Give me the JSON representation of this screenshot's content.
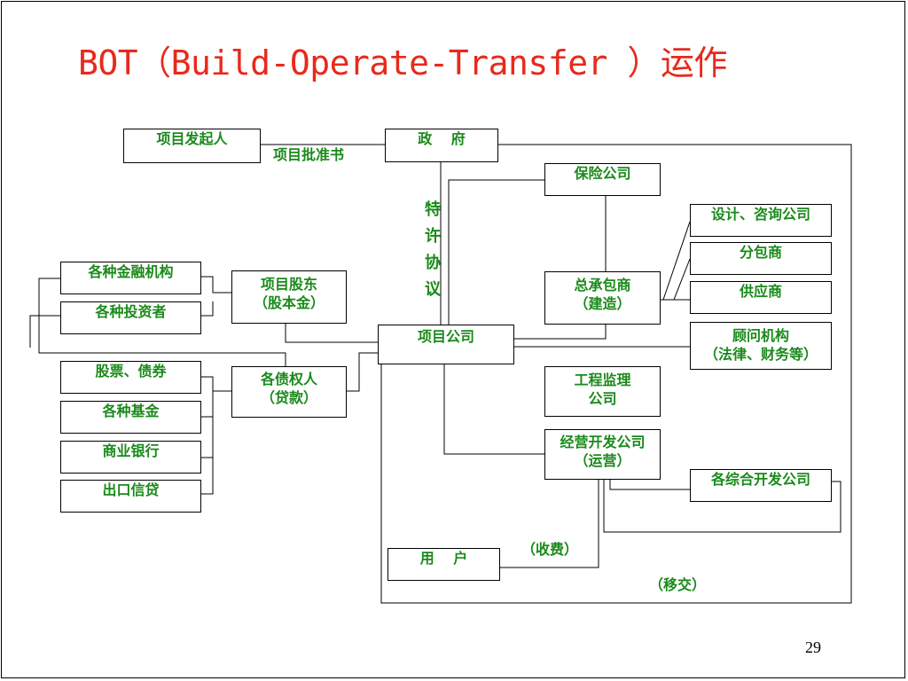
{
  "title": "BOT（Build-Operate-Transfer ）运作",
  "page_number": "29",
  "nodes": {
    "sponsor": "项目发起人",
    "government": "政　 府",
    "insurance": "保险公司",
    "design": "设计、咨询公司",
    "subcontractor": "分包商",
    "supplier": "供应商",
    "consultant": "顾问机构\n（法律、财务等）",
    "financial_institutions": "各种金融机构",
    "investors": "各种投资者",
    "shareholders": "项目股东\n（股本金）",
    "general_contractor": "总承包商\n（建造）",
    "project_company": "项目公司",
    "stocks_bonds": "股票、债券",
    "funds": "各种基金",
    "commercial_banks": "商业银行",
    "export_credit": "出口信贷",
    "creditors": "各债权人\n（贷款）",
    "supervision": "工程监理\n公司",
    "operator": "经营开发公司\n（运营）",
    "comprehensive_dev": "各综合开发公司",
    "users": "用　 户"
  },
  "labels": {
    "approval": "项目批准书",
    "concession": [
      "特",
      "许",
      "协",
      "议"
    ],
    "fees": "（收费）",
    "transfer": "（移交）"
  }
}
